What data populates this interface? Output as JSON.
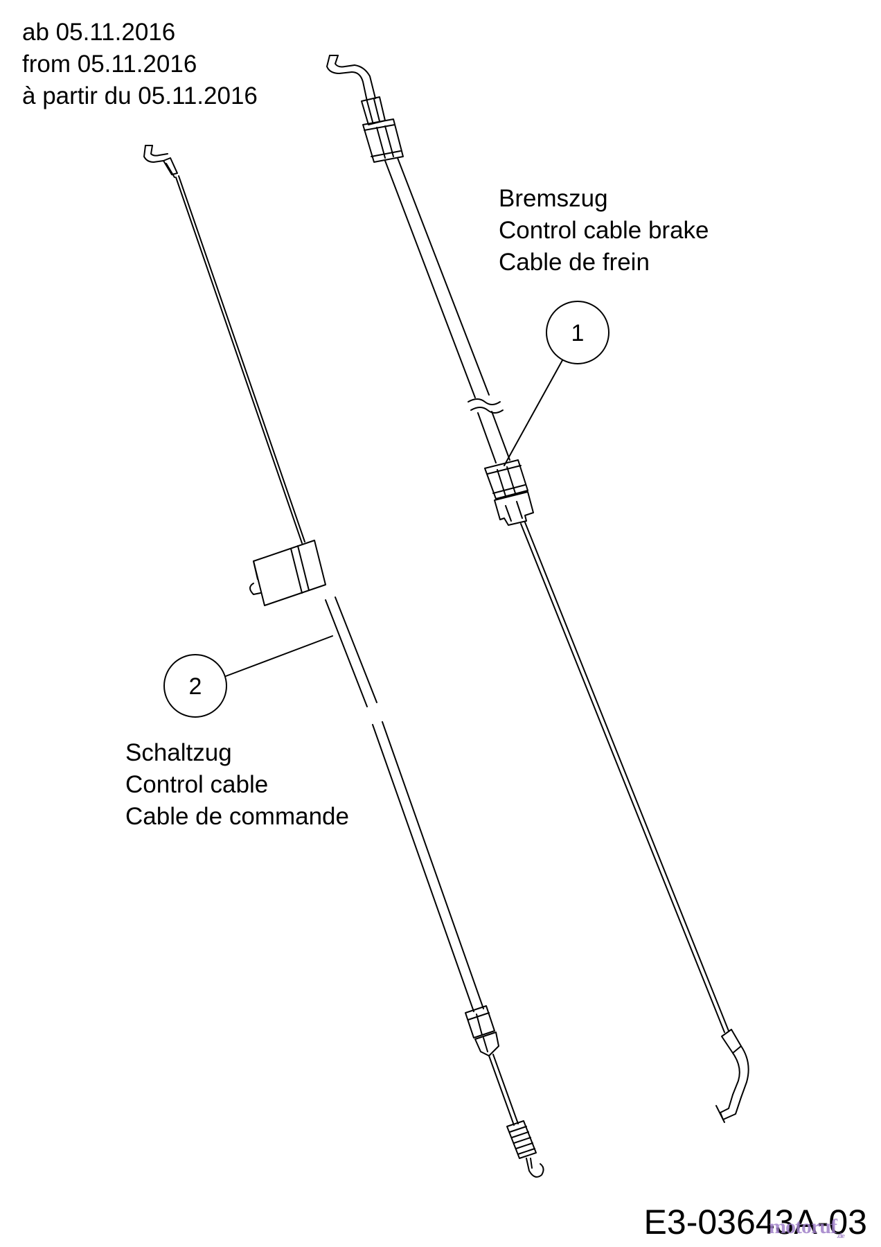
{
  "header": {
    "date_de": "ab 05.11.2016",
    "date_en": "from 05.11.2016",
    "date_fr": "à partir du 05.11.2016"
  },
  "parts": [
    {
      "number": "1",
      "name_de": "Bremszug",
      "name_en": "Control cable brake",
      "name_fr": "Cable de frein"
    },
    {
      "number": "2",
      "name_de": "Schaltzug",
      "name_en": "Control cable",
      "name_fr": "Cable de commande"
    }
  ],
  "footer": {
    "drawing_code": "E3-03643A-03",
    "watermark": "motoruf",
    "watermark_suffix": ".de"
  }
}
